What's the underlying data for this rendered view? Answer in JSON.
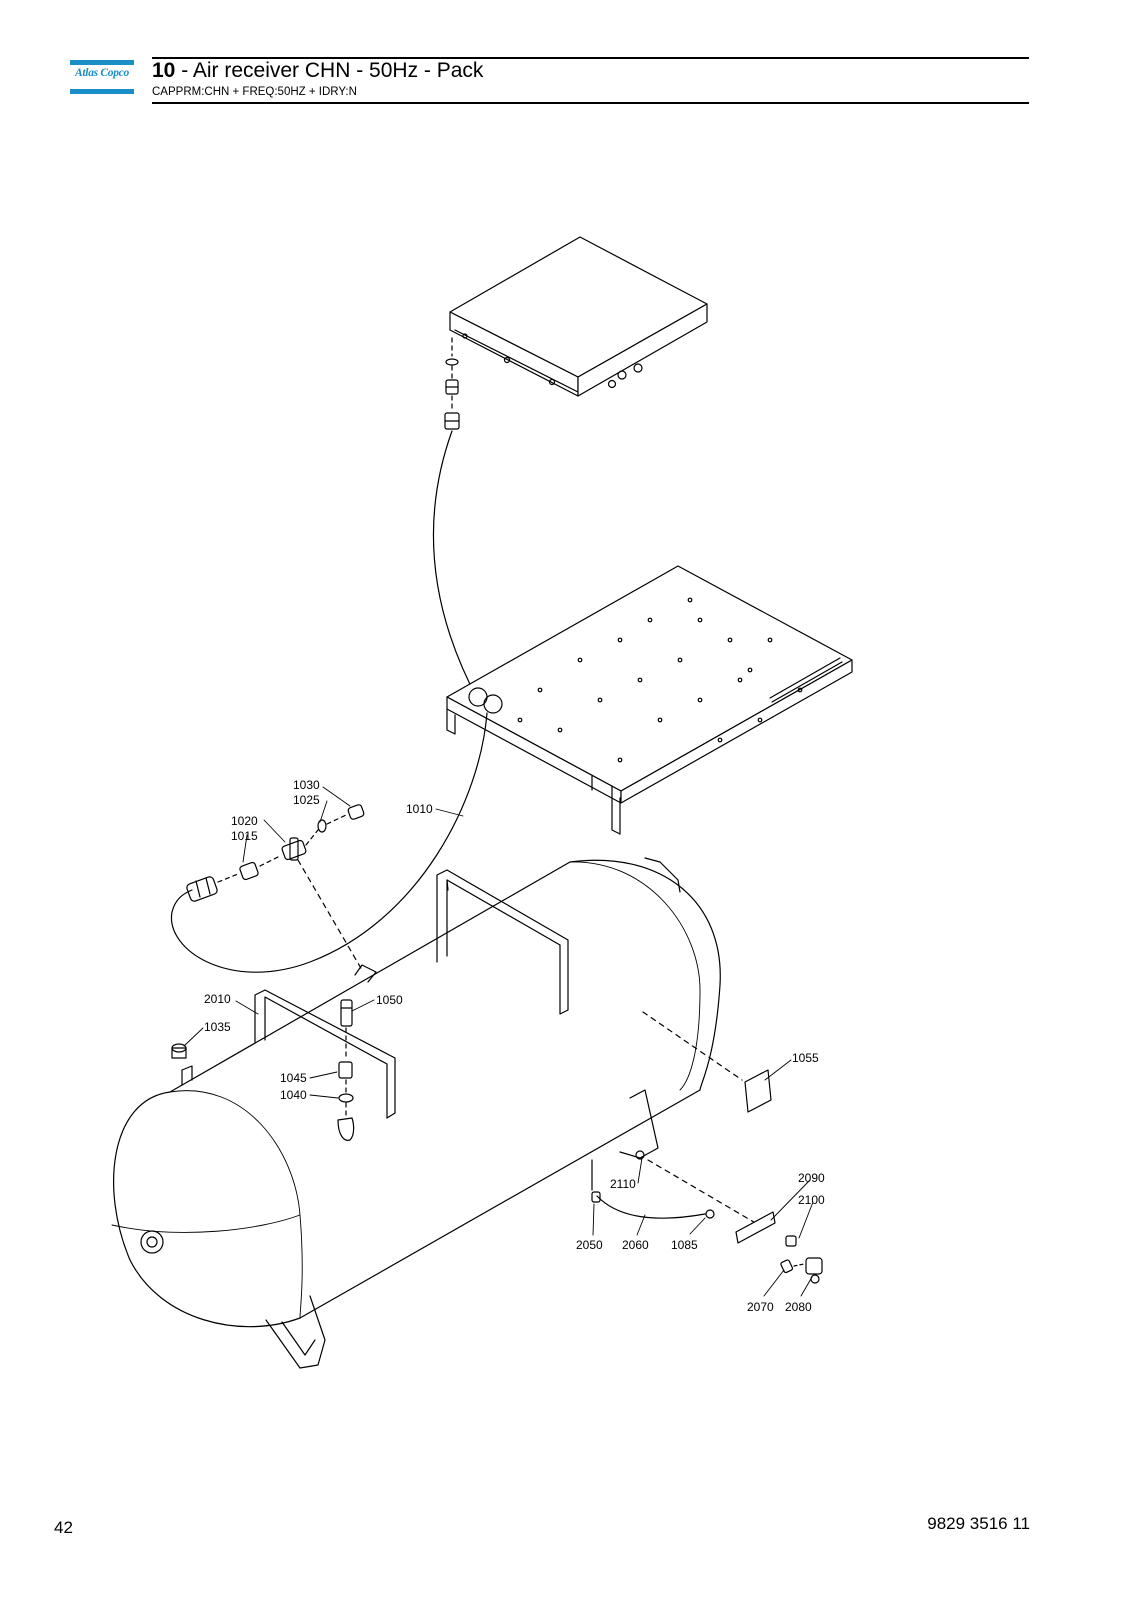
{
  "header": {
    "logo_text": "Atlas Copco",
    "section_number": "10",
    "title_rest": " - Air receiver CHN - 50Hz - Pack",
    "subtitle": "CAPPRM:CHN + FREQ:50HZ + IDRY:N"
  },
  "callouts": {
    "c1010": "1010",
    "c1015": "1015",
    "c1020": "1020",
    "c1025": "1025",
    "c1030": "1030",
    "c1035": "1035",
    "c1040": "1040",
    "c1045": "1045",
    "c1050": "1050",
    "c1055": "1055",
    "c1085": "1085",
    "c2010": "2010",
    "c2050": "2050",
    "c2060": "2060",
    "c2070": "2070",
    "c2080": "2080",
    "c2090": "2090",
    "c2100": "2100",
    "c2110": "2110"
  },
  "footer": {
    "page_number": "42",
    "document_number": "9829 3516 11"
  }
}
